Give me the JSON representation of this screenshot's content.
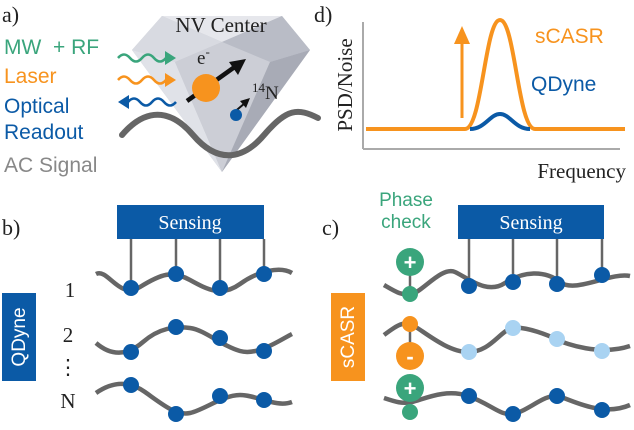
{
  "panel_a": {
    "label": "a)",
    "title": "NV Center",
    "mw_rf": "MW  + RF",
    "laser": "Laser",
    "readout_1": "Optical",
    "readout_2": "Readout",
    "ac_signal": "AC Signal",
    "electron": "e",
    "electron_sup": "-",
    "nucleus_sup": "14",
    "nucleus": "N"
  },
  "panel_d": {
    "label": "d)",
    "ylabel": "PSD/Noise",
    "xlabel": "Frequency",
    "legend_scasr": "sCASR",
    "legend_qdyne": "QDyne"
  },
  "panel_b": {
    "label": "b)",
    "sensing": "Sensing",
    "side_label": "QDyne",
    "rows": [
      "1",
      "2",
      "⋮",
      "N"
    ]
  },
  "panel_c": {
    "label": "c)",
    "sensing": "Sensing",
    "side_label": "sCASR",
    "phase_1": "Phase",
    "phase_2": "check",
    "plus": "+",
    "minus": "-"
  },
  "colors": {
    "blue": "#0b5aa6",
    "light_blue": "#a9d3f2",
    "orange": "#f7931e",
    "green": "#3aa57c",
    "gray": "#666666",
    "mw_text": "#3aa57c",
    "readout_text": "#0b5aa6",
    "ac_text": "#888888"
  }
}
